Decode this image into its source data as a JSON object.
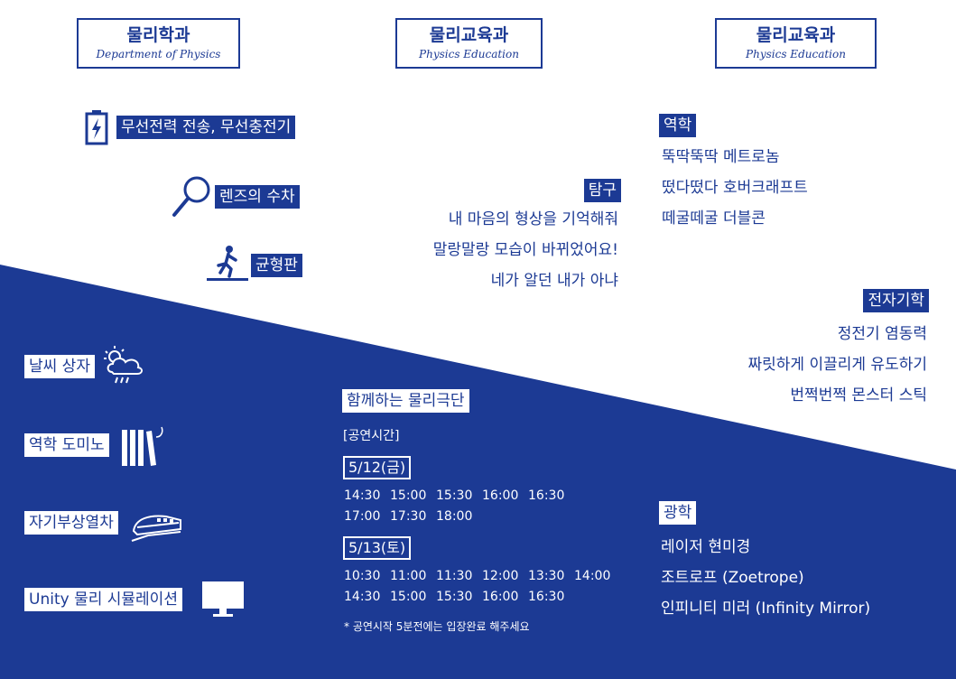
{
  "colors": {
    "brand": "#1c3a94",
    "background": "#ffffff"
  },
  "headers": [
    {
      "kr": "물리학과",
      "en": "Department of Physics"
    },
    {
      "kr": "물리교육과",
      "en": "Physics Education"
    },
    {
      "kr": "물리교육과",
      "en": "Physics Education"
    }
  ],
  "left_top_items": [
    {
      "icon": "battery-charging-icon",
      "label": "무선전력 전송, 무선충전기"
    },
    {
      "icon": "magnifier-icon",
      "label": "렌즈의 수차"
    },
    {
      "icon": "balance-person-icon",
      "label": "균형판"
    }
  ],
  "left_bottom_items": [
    {
      "icon": "weather-cloud-icon",
      "label": "날씨 상자"
    },
    {
      "icon": "domino-icon",
      "label": "역학 도미노"
    },
    {
      "icon": "maglev-train-icon",
      "label": "자기부상열차"
    },
    {
      "icon": "monitor-icon",
      "label": "Unity 물리 시뮬레이션"
    }
  ],
  "inquiry": {
    "title": "탐구",
    "items": [
      "내 마음의 형상을 기억해줘",
      "말랑말랑 모습이 바뀌었어요!",
      "네가 알던 내가 아냐"
    ]
  },
  "mechanics": {
    "title": "역학",
    "items": [
      "뚝딱뚝딱 메트로놈",
      "떴다떴다 호버크래프트",
      "떼굴떼굴 더블콘"
    ]
  },
  "electromagnetism": {
    "title": "전자기학",
    "items": [
      "정전기 염동력",
      "짜릿하게 이끌리게 유도하기",
      "번쩍번쩍 몬스터 스틱"
    ]
  },
  "optics": {
    "title": "광학",
    "items": [
      "레이저 현미경",
      "조트로프 (Zoetrope)",
      "인피니티 미러 (Infinity Mirror)"
    ]
  },
  "theater": {
    "title": "함께하는 물리극단",
    "time_label": "[공연시간]",
    "days": [
      {
        "date": "5/12(금)",
        "rows": [
          [
            "14:30",
            "15:00",
            "15:30",
            "16:00",
            "16:30"
          ],
          [
            "17:00",
            "17:30",
            "18:00"
          ]
        ]
      },
      {
        "date": "5/13(토)",
        "rows": [
          [
            "10:30",
            "11:00",
            "11:30",
            "12:00",
            "13:30",
            "14:00"
          ],
          [
            "14:30",
            "15:00",
            "15:30",
            "16:00",
            "16:30"
          ]
        ]
      }
    ],
    "note": "* 공연시작 5분전에는 입장완료 해주세요"
  }
}
